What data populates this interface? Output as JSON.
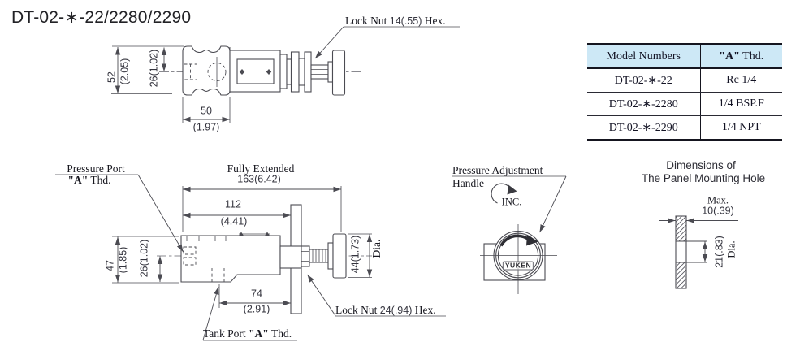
{
  "title": "DT-02-∗-22/2280/2290",
  "colors": {
    "table_header_bg": "#cde8f6",
    "line": "#4b4b52",
    "label_text": "#17171f",
    "dim_text": "#34343e"
  },
  "table": {
    "header_model": "Model Numbers",
    "header_thd_a": "\"A\"",
    "header_thd_rest": " Thd.",
    "rows": [
      {
        "model": "DT-02-∗-22",
        "thread": "Rc 1/4"
      },
      {
        "model": "DT-02-∗-2280",
        "thread": "1/4 BSP.F"
      },
      {
        "model": "DT-02-∗-2290",
        "thread": "1/4 NPT"
      }
    ]
  },
  "top_view": {
    "lock_nut": {
      "pre": "Lock Nut ",
      "num": "14(.55)",
      "post": " Hex."
    },
    "dim_height": "52",
    "dim_height_in": "(2.05)",
    "dim_half": "26(1.02)",
    "dim_width": "50",
    "dim_width_in": "(1.97)"
  },
  "side_view": {
    "pressure_port_line1": "Pressure Port",
    "pressure_port_a": "\"A\"",
    "pressure_port_rest": " Thd.",
    "fully_extended": "Fully Extended",
    "dim_extended": "163(6.42)",
    "dim_112": "112",
    "dim_112_in": "(4.41)",
    "dim_47": "47",
    "dim_47_in": "(1.85)",
    "dim_26": "26(1.02)",
    "dim_74": "74",
    "dim_74_in": "(2.91)",
    "dim_44": "44(1.73)",
    "dia": "Dia.",
    "lock_nut": {
      "pre": "Lock Nut ",
      "num": "24(.94)",
      "post": " Hex."
    },
    "tank_port_pre": "Tank Port ",
    "tank_port_a": "\"A\"",
    "tank_port_rest": " Thd."
  },
  "handle_view": {
    "label_line1": "Pressure Adjustment",
    "label_line2": "Handle",
    "inc": "INC.",
    "logo": "YUKEN"
  },
  "panel_hole": {
    "heading1": "Dimensions of",
    "heading2": "The Panel Mounting Hole",
    "max": "Max.",
    "dim_width": "10(.39)",
    "dim_dia": "21(.83)",
    "dia": "Dia."
  }
}
